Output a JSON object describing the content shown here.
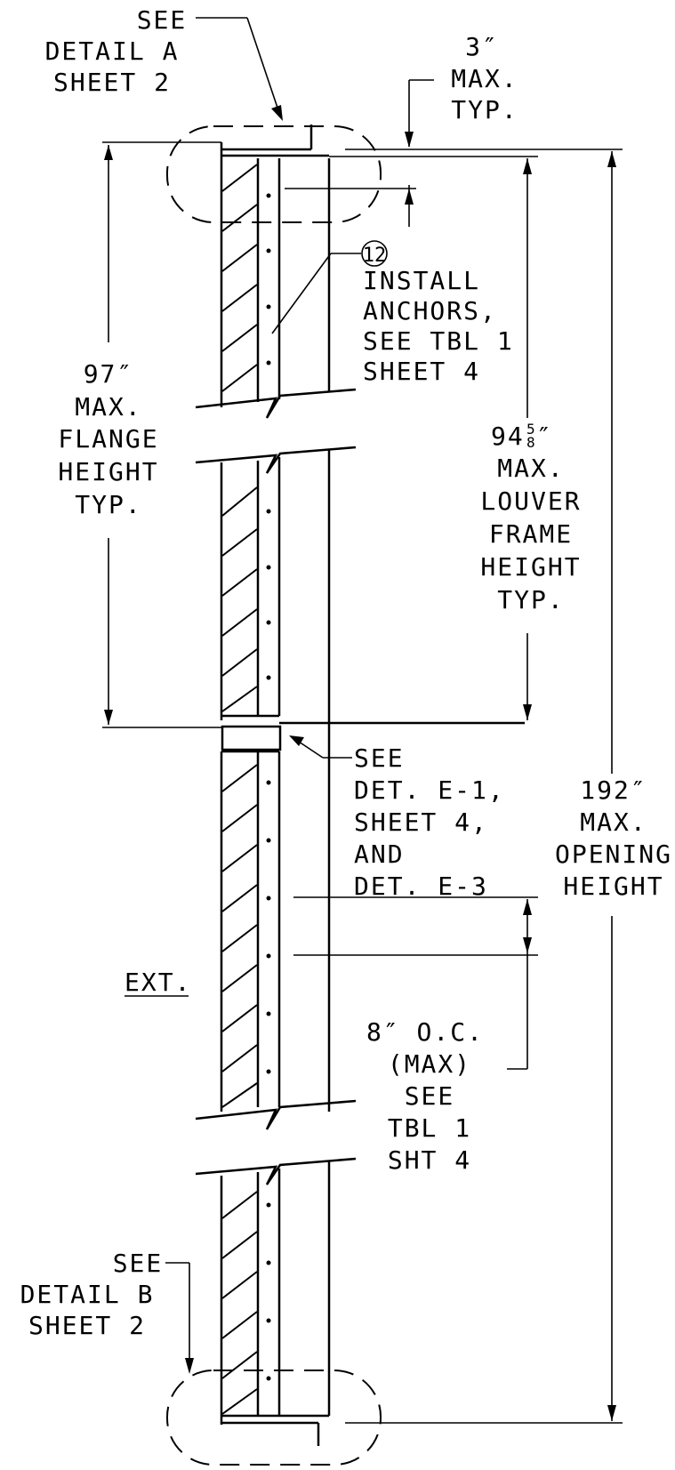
{
  "notes": {
    "detail_a": [
      "SEE",
      "DETAIL A",
      "SHEET 2"
    ],
    "top_gap": [
      "3″",
      "MAX.",
      "TYP."
    ],
    "anchor_callout_number": "12",
    "anchors": [
      "INSTALL",
      "ANCHORS,",
      "SEE TBL 1",
      "SHEET 4"
    ],
    "flange": [
      "97″",
      "MAX.",
      "FLANGE",
      "HEIGHT",
      "TYP."
    ],
    "louver_whole": "94",
    "louver_frac_num": "5",
    "louver_frac_den": "8",
    "louver_inch": "″",
    "louver": [
      "MAX.",
      "LOUVER",
      "FRAME",
      "HEIGHT",
      "TYP."
    ],
    "mullion": [
      "SEE",
      "DET. E-1,",
      "SHEET 4,",
      "AND",
      "DET. E-3"
    ],
    "opening": [
      "192″",
      "MAX.",
      "OPENING",
      "HEIGHT"
    ],
    "exterior": "EXT.",
    "spacing": [
      "8″ O.C.",
      "(MAX)",
      "SEE",
      "TBL 1",
      "SHT 4"
    ],
    "detail_b": [
      "SEE",
      "DETAIL B",
      "SHEET 2"
    ]
  }
}
